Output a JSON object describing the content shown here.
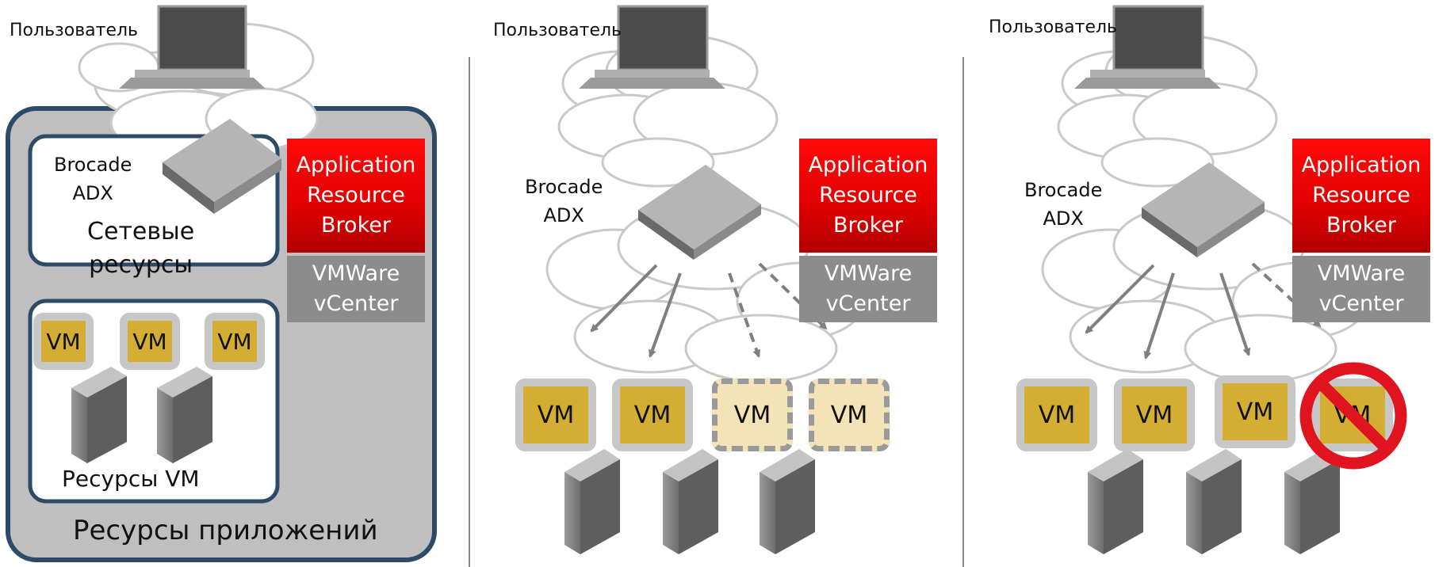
{
  "labels": {
    "user": "Пользователь",
    "adx_line1": "Brocade",
    "adx_line2": "ADX",
    "network_line1": "Сетевые",
    "network_line2": "ресурсы",
    "vm_resources": "Ресурсы VM",
    "app_resources": "Ресурсы приложений",
    "vm": "VM",
    "arb_line1": "Application",
    "arb_line2": "Resource",
    "arb_line3": "Broker",
    "vc_line1": "VMWare",
    "vc_line2": "vCenter"
  },
  "colors": {
    "red": "#e00000",
    "vm_gold": "#d4ae33",
    "vm_ghost": "#f3e3b6",
    "grey_box": "#8c8c8c",
    "panel_bg": "#bfbfbf",
    "panel_border": "#2d4b67",
    "forbidden": "#e0141e"
  },
  "icons": [
    "laptop-icon",
    "cloud-icon",
    "switch-icon",
    "server-icon",
    "forbidden-icon",
    "arrow-icon"
  ]
}
